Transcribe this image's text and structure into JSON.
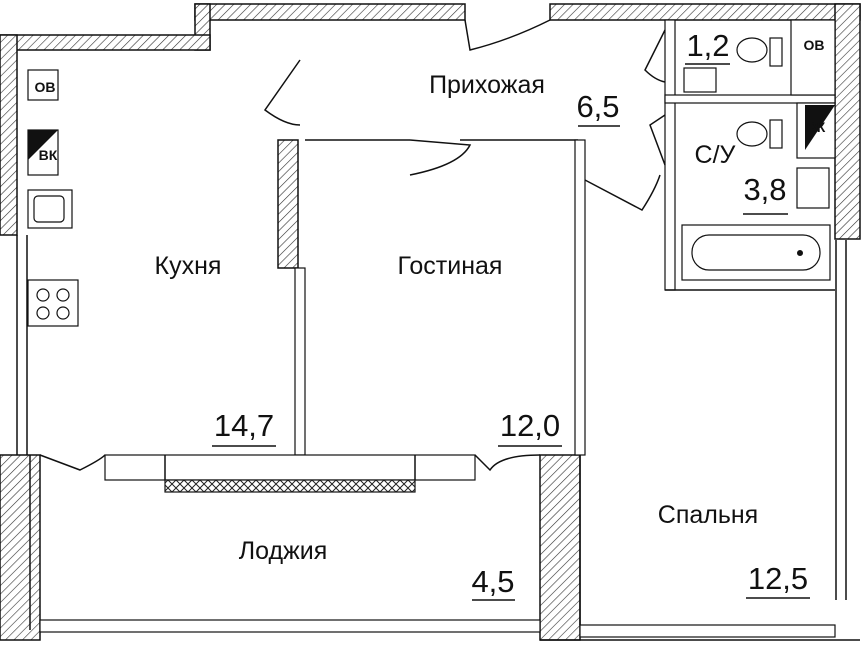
{
  "rooms": {
    "hallway": {
      "name": "Прихожая",
      "area": "6,5"
    },
    "wc": {
      "area": "1,2"
    },
    "bathroom": {
      "name": "С/У",
      "area": "3,8"
    },
    "kitchen": {
      "name": "Кухня",
      "area": "14,7"
    },
    "living": {
      "name": "Гостиная",
      "area": "12,0"
    },
    "bedroom": {
      "name": "Спальня",
      "area": "12,5"
    },
    "loggia": {
      "name": "Лоджия",
      "area": "4,5"
    }
  },
  "shafts": {
    "ov": "ОВ",
    "vk": "ВК"
  },
  "colors": {
    "lines": "#111111",
    "background": "#ffffff"
  }
}
